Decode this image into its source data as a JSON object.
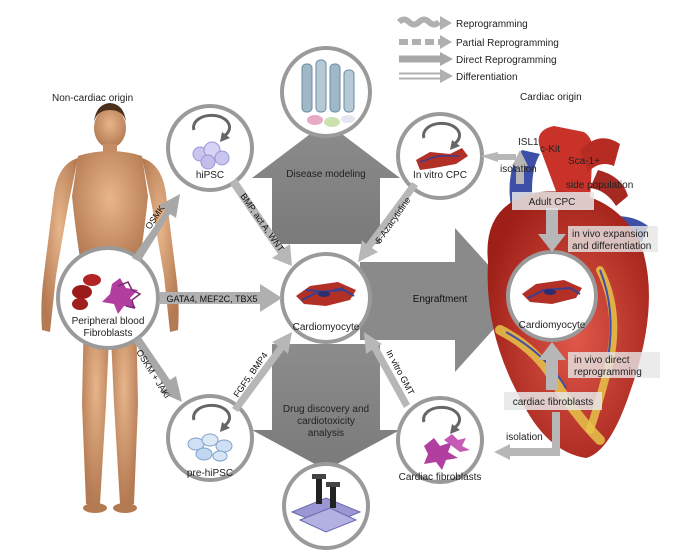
{
  "legend": {
    "items": [
      {
        "label": "Reprogramming",
        "style": "wavy"
      },
      {
        "label": "Partial Reprogramming",
        "style": "dashed"
      },
      {
        "label": "Direct Reprogramming",
        "style": "solid"
      },
      {
        "label": "Differentiation",
        "style": "outline"
      }
    ]
  },
  "headings": {
    "non_cardiac": "Non-cardiac origin",
    "cardiac": "Cardiac origin"
  },
  "nodes": {
    "hipsc": "hiPSC",
    "pre_hipsc": "pre-hiPSC",
    "peripheral_line1": "Peripheral blood",
    "peripheral_line2": "Fibroblasts",
    "cardiomyocyte": "Cardiomyocyte",
    "in_vitro_cpc": "In vitro CPC",
    "cardiac_fibroblasts": "Cardiac fibroblasts",
    "heart_cardiomyocyte": "Cardiomyocyte"
  },
  "applications": {
    "disease_modeling": "Disease modeling",
    "drug_line1": "Drug discovery and",
    "drug_line2": "cardiotoxicity",
    "drug_line3": "analysis",
    "engraftment": "Engraftment"
  },
  "arrow_labels": {
    "osmk_top": "OSMK",
    "osmk_jaki": "OSKM + JAKi",
    "gata4": "GATA4, MEF2C, TBX5",
    "bmp": "BMP, act A, WNT",
    "fgf": "FGF5, BMP4",
    "azacytidine": "5-Azacytidine",
    "gmt": "In vitro GMT"
  },
  "heart_labels": {
    "isl1": "ISL1",
    "ckit": "c-Kit",
    "sca1": "Sca-1+",
    "side_population": "side population",
    "isolation_top": "isolation",
    "adult_cpc": "Adult CPC",
    "in_vivo_exp1": "in vivo expansion",
    "in_vivo_exp2": "and differentiation",
    "in_vivo_direct1": "in vivo direct",
    "in_vivo_direct2": "reprogramming",
    "cardiac_fibroblasts": "cardiac fibroblasts",
    "isolation_bottom": "isolation"
  },
  "colors": {
    "gray_arrow": "#8a8a8a",
    "light_arrow": "#b7b7b7",
    "circle_stroke": "#9a9a9a",
    "heart_red": "#c83228",
    "vessel_blue": "#3d4fa6",
    "skin": "#d9a47a"
  }
}
